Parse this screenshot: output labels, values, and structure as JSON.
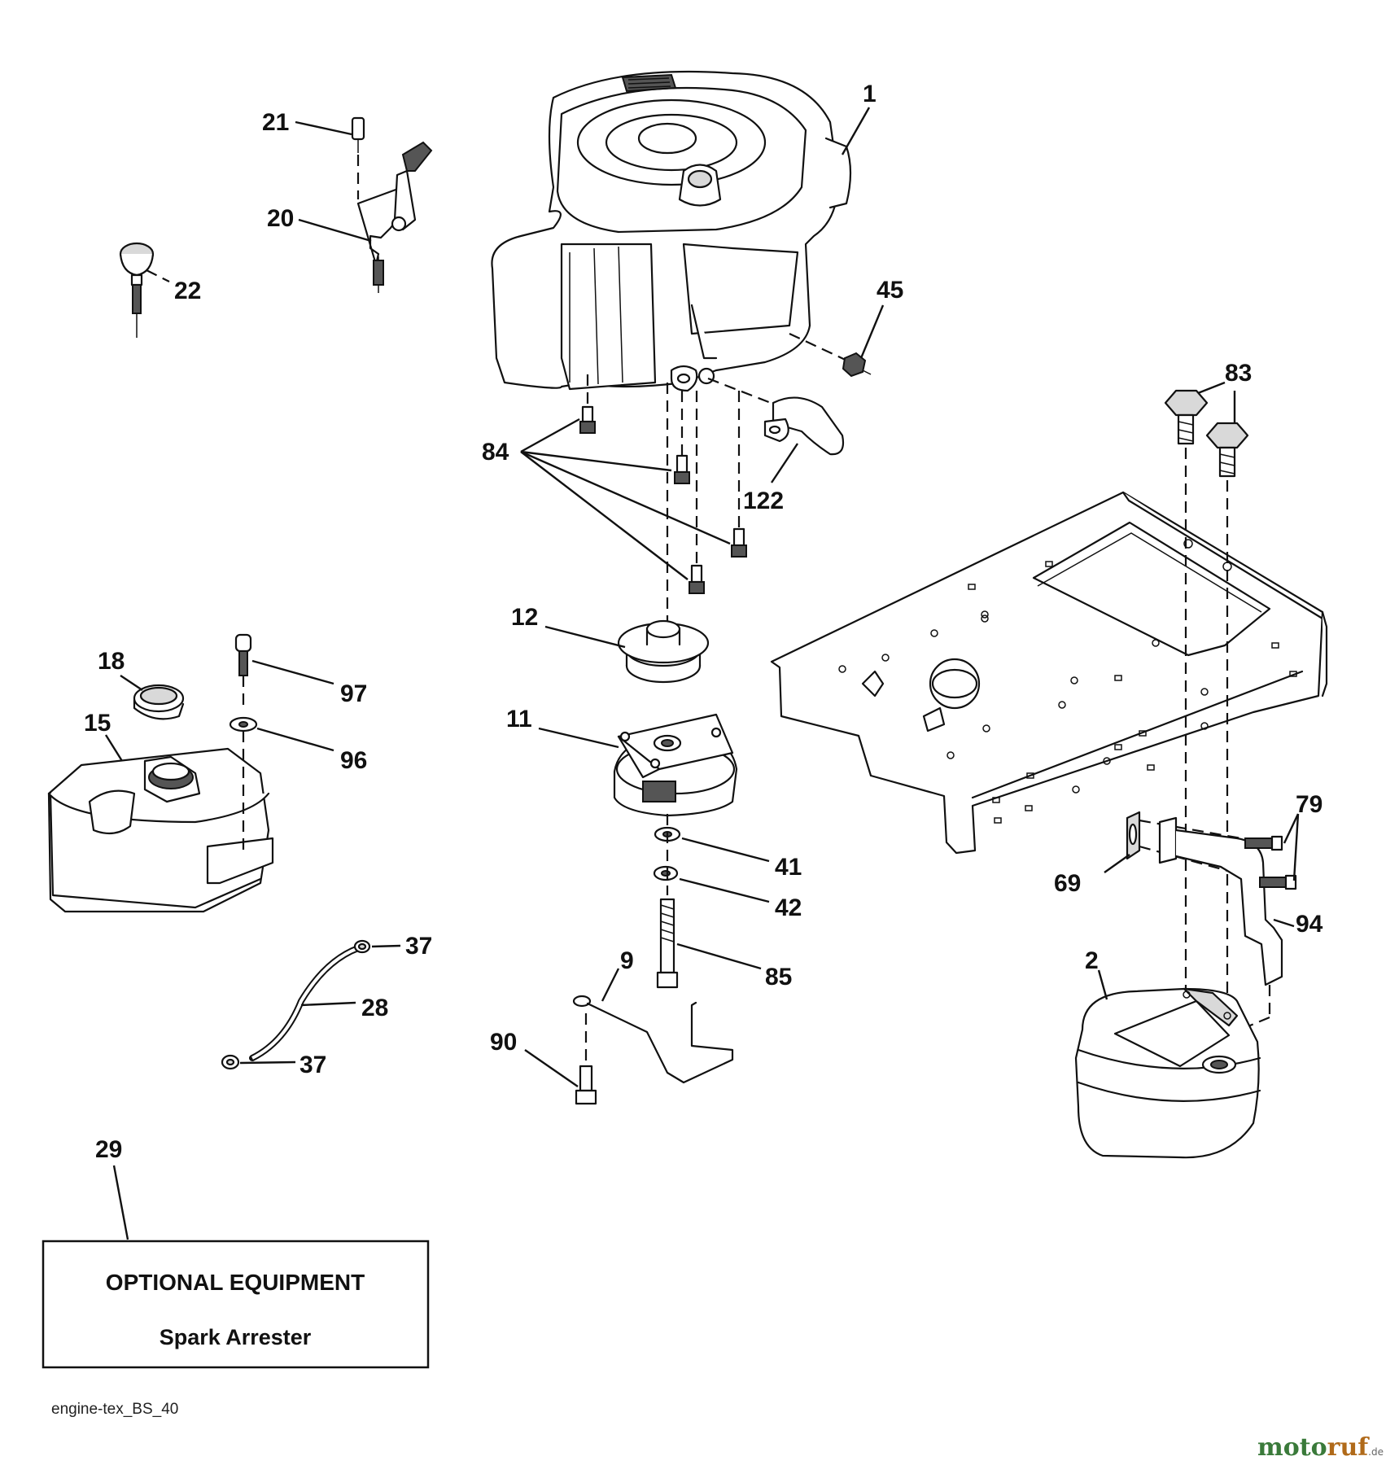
{
  "optional_box": {
    "title": "OPTIONAL EQUIPMENT",
    "item": "Spark Arrester"
  },
  "diagram_id": "engine-tex_BS_40",
  "watermark": {
    "brand_a": "moto",
    "brand_b": "ruf",
    "suffix": ".de"
  },
  "labels": {
    "p1": "1",
    "p2": "2",
    "p9": "9",
    "p11": "11",
    "p12": "12",
    "p15": "15",
    "p18": "18",
    "p20": "20",
    "p21": "21",
    "p22": "22",
    "p28": "28",
    "p29": "29",
    "p37a": "37",
    "p37b": "37",
    "p41": "41",
    "p42": "42",
    "p45": "45",
    "p69": "69",
    "p79": "79",
    "p83": "83",
    "p84": "84",
    "p85": "85",
    "p90": "90",
    "p94": "94",
    "p96": "96",
    "p97": "97",
    "p122": "122"
  }
}
